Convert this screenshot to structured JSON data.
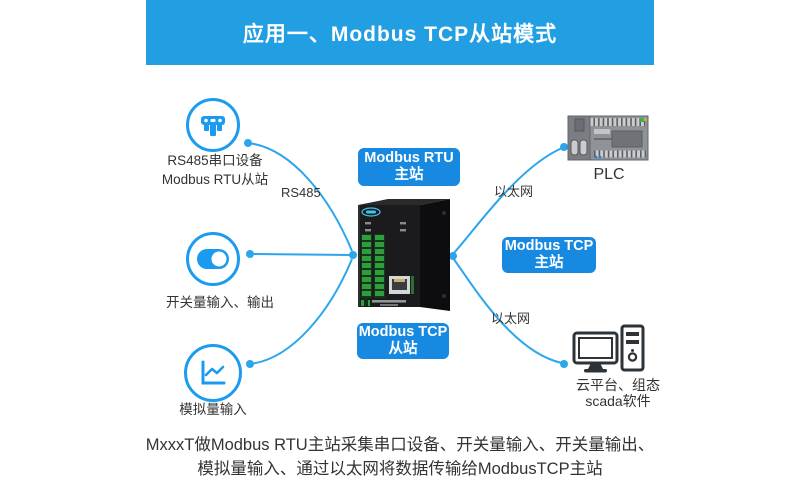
{
  "header": {
    "title": "应用一、Modbus TCP从站模式"
  },
  "colors": {
    "banner_blue": "#219FE2",
    "chip_blue": "#1789E0",
    "line_blue": "#2BA6EC",
    "icon_blue": "#1C9CF0",
    "terminal_green": "#2E9E3C",
    "text_dark": "#333333"
  },
  "nodes": {
    "serial": {
      "label_line1": "RS485串口设备",
      "label_line2": "Modbus RTU从站"
    },
    "switch": {
      "label": "开关量输入、输出"
    },
    "analog": {
      "label": "模拟量输入"
    },
    "plc": {
      "label": "PLC"
    },
    "cloud": {
      "label_line1": "云平台、组态",
      "label_line2": "scada软件"
    }
  },
  "chips": {
    "rtu_master": {
      "line1": "Modbus RTU",
      "line2": "主站"
    },
    "tcp_master": {
      "line1": "Modbus TCP",
      "line2": "主站"
    },
    "tcp_slave": {
      "line1": "Modbus TCP",
      "line2": "从站"
    }
  },
  "link_labels": {
    "rs485": "RS485",
    "ethernet_top": "以太网",
    "ethernet_bottom": "以太网"
  },
  "description": {
    "line1": "MxxxT做Modbus RTU主站采集串口设备、开关量输入、开关量输出、",
    "line2": "模拟量输入、通过以太网将数据传输给ModbusTCP主站"
  }
}
